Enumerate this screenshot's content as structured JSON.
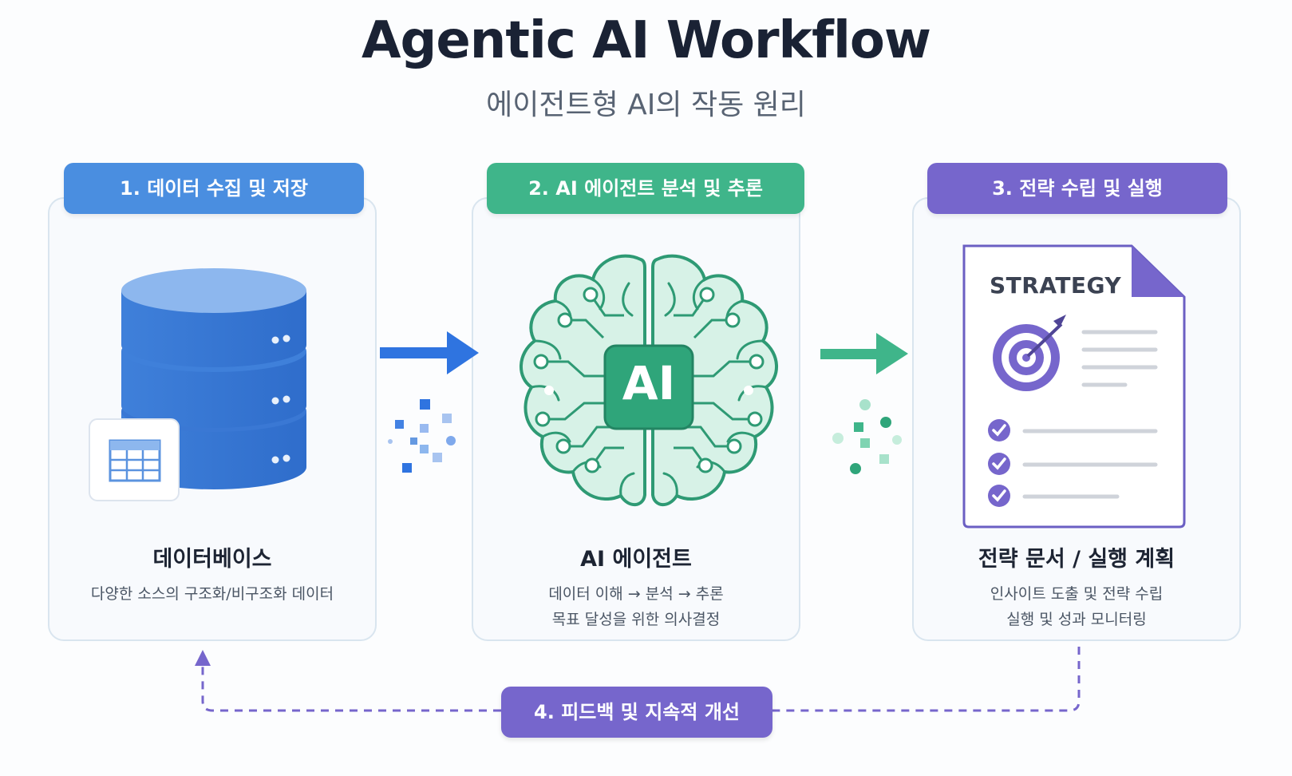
{
  "header": {
    "title": "Agentic AI Workflow",
    "subtitle": "에이전트형 AI의 작동 원리"
  },
  "steps": [
    {
      "label": "1. 데이터 수집 및 저장",
      "title": "데이터베이스",
      "desc": [
        "다양한 소스의 구조화/비구조화 데이터"
      ],
      "color": "#4a8ee0",
      "icon": "database-icon"
    },
    {
      "label": "2. AI 에이전트 분석 및 추론",
      "title": "AI 에이전트",
      "desc": [
        "데이터 이해 → 분석 → 추론",
        "목표 달성을 위한 의사결정"
      ],
      "color": "#3fb58a",
      "icon": "brain-icon",
      "chip_text": "AI"
    },
    {
      "label": "3. 전략 수립 및 실행",
      "title": "전략 문서 / 실행 계획",
      "desc": [
        "인사이트 도출 및 전략 수립",
        "실행 및 성과 모니터링"
      ],
      "color": "#7666cc",
      "icon": "strategy-document-icon",
      "doc_heading": "STRATEGY"
    }
  ],
  "feedback": {
    "label": "4. 피드백 및 지속적 개선",
    "color": "#7666cc"
  }
}
